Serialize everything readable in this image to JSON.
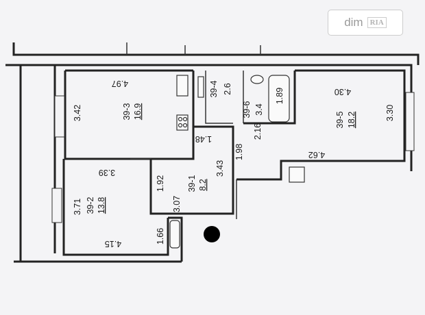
{
  "watermark": {
    "brand_left": "dim",
    "brand_right": "RIA"
  },
  "dimensions": {
    "top_left_width": "4.97",
    "left_room_height": "3.42",
    "hall_top": "1.48",
    "hall_side": "1.98",
    "room_1_top": "3.39",
    "corridor_height": "1.92",
    "room_1_height": "3.43",
    "room_1_bottom": "3.07",
    "room_2_height": "3.71",
    "room_2_bottom": "4.15",
    "toilet_width": "1.66",
    "storage_height": "2.6",
    "bath_width": "1.89",
    "bath_inner": "3.4",
    "bath_bottom": "2.16",
    "right_room_width": "4.30",
    "right_room_height": "3.30",
    "right_room_bottom": "4.62"
  },
  "rooms": [
    {
      "code": "39-3",
      "area": "16.9"
    },
    {
      "code": "39-4",
      "area": "2.6"
    },
    {
      "code": "39-6",
      "area": "3.4"
    },
    {
      "code": "39-5",
      "area": "18.2"
    },
    {
      "code": "39-1",
      "area": "8.2"
    },
    {
      "code": "39-2",
      "area": "13.8"
    }
  ]
}
